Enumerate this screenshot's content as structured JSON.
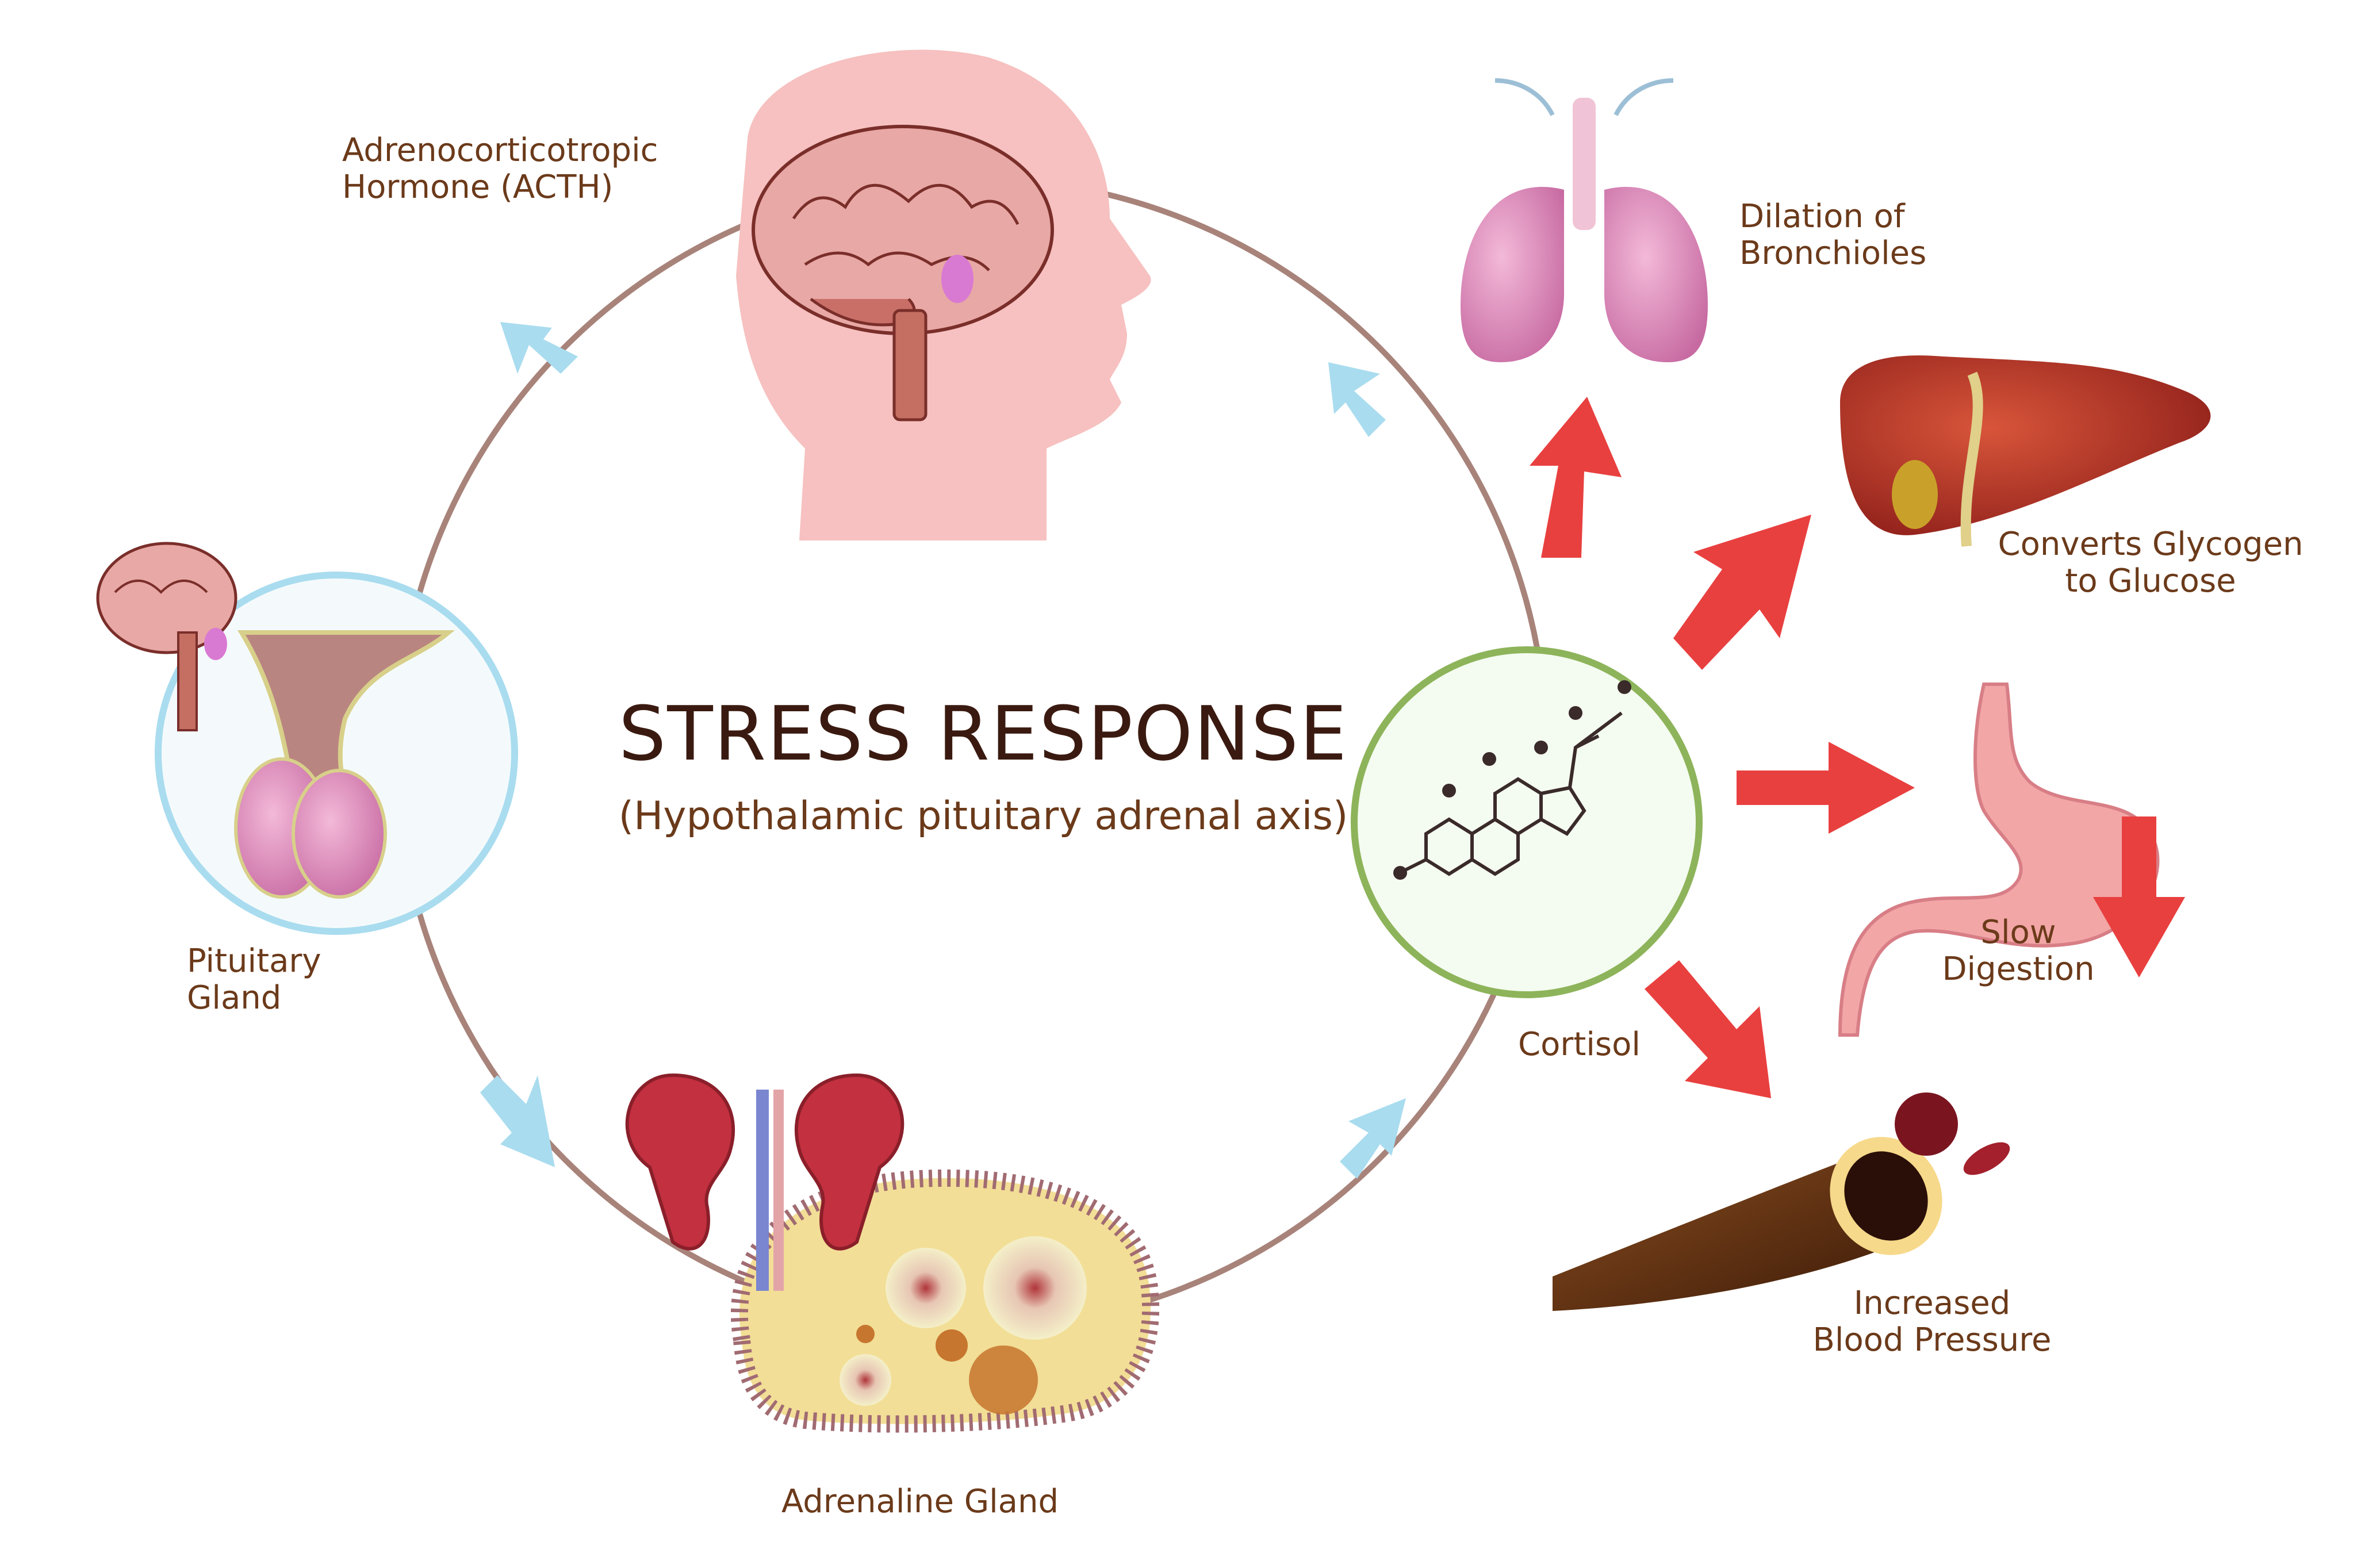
{
  "title": "STRESS RESPONSE",
  "subtitle": "(Hypothalamic pituitary adrenal axis)",
  "nodes": {
    "acth": "Adrenocorticotropic\nHormone (ACTH)",
    "pituitary": "Pituitary\nGland",
    "adrenaline": "Adrenaline  Gland",
    "cortisol": "Cortisol"
  },
  "effects": {
    "bronchioles": "Dilation of\nBronchioles",
    "glycogen": "Converts Glycogen\nto Glucose",
    "digestion": "Slow\nDigestion",
    "blood_pressure": "Increased\nBlood Pressure"
  },
  "colors": {
    "cycle_ring": "#a8837a",
    "cycle_arrow": "#a9dcef",
    "effect_arrow": "#e8403f",
    "text": "#6b3a1a",
    "head": "#f6c1c0",
    "cortisol_ring": "#8db45a",
    "pituitary_ring": "#a9dcef"
  }
}
